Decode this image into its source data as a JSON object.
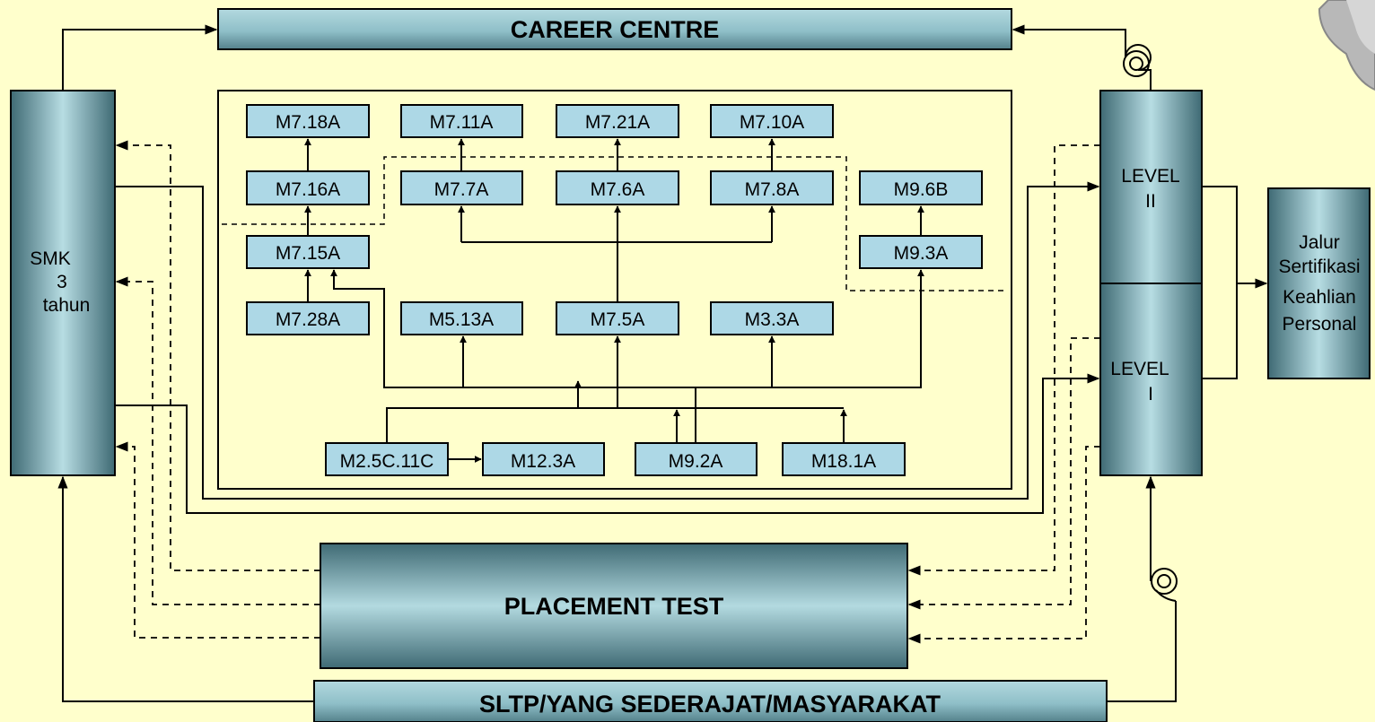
{
  "career_centre": "CAREER CENTRE",
  "placement_test": "PLACEMENT TEST",
  "entry_source": "SLTP/YANG SEDERAJAT/MASYARAKAT",
  "smk": [
    "SMK",
    "3",
    "tahun"
  ],
  "level_2": [
    "LEVEL",
    "II"
  ],
  "level_1": [
    "LEVEL",
    "I"
  ],
  "certification": [
    "Jalur",
    "Sertifikasi",
    "Keahlian",
    "Personal"
  ],
  "modules": {
    "m7_18a": "M7.18A",
    "m7_11a": "M7.11A",
    "m7_21a": "M7.21A",
    "m7_10a": "M7.10A",
    "m7_16a": "M7.16A",
    "m7_7a": "M7.7A",
    "m7_6a": "M7.6A",
    "m7_8a": "M7.8A",
    "m9_6b": "M9.6B",
    "m7_15a": "M7.15A",
    "m9_3a": "M9.3A",
    "m7_28a": "M7.28A",
    "m5_13a": "M5.13A",
    "m7_5a": "M7.5A",
    "m3_3a": "M3.3A",
    "m2_5c_11c": "M2.5C.11C",
    "m12_3a": "M12.3A",
    "m9_2a": "M9.2A",
    "m18_1a": "M18.1A"
  },
  "colors": {
    "background": "#ffffcc",
    "module_fill": "#add8e6",
    "bar_light": "#a9d1d8",
    "bar_dark": "#3f6a74"
  }
}
